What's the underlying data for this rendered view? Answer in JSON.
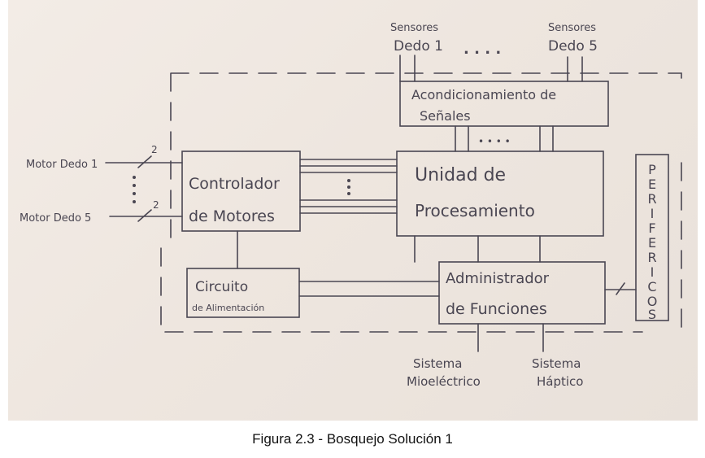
{
  "diagram": {
    "sensors_top": {
      "left": {
        "line1": "Sensores",
        "line2": "Dedo 1"
      },
      "ellipsis": ". . . .",
      "right": {
        "line1": "Sensores",
        "line2": "Dedo 5"
      }
    },
    "acondicionamiento": {
      "line1": "Acondicionamiento de",
      "line2": "Señales"
    },
    "acond_dots": "• • • •",
    "motor_inputs": {
      "top": "Motor Dedo 1",
      "bottom": "Motor Dedo 5",
      "wire_count": "2"
    },
    "controlador": {
      "line1": "Controlador",
      "line2": "de Motores"
    },
    "unidad": {
      "line1": "Unidad de",
      "line2": "Procesamiento"
    },
    "perifericos": {
      "letters": [
        "P",
        "E",
        "R",
        "I",
        "F",
        "E",
        "R",
        "I",
        "C",
        "O",
        "S"
      ]
    },
    "circuito": {
      "line1": "Circuito",
      "line2": "de Alimentación"
    },
    "administrador": {
      "line1": "Administrador",
      "line2": "de Funciones"
    },
    "outputs": {
      "left": {
        "line1": "Sistema",
        "line2": "Mioeléctrico"
      },
      "right": {
        "line1": "Sistema",
        "line2": "Háptico"
      }
    }
  },
  "caption": "Figura 2.3 - Bosquejo Solución 1",
  "colors": {
    "paper": "#eee6df",
    "ink": "#4a4652"
  }
}
